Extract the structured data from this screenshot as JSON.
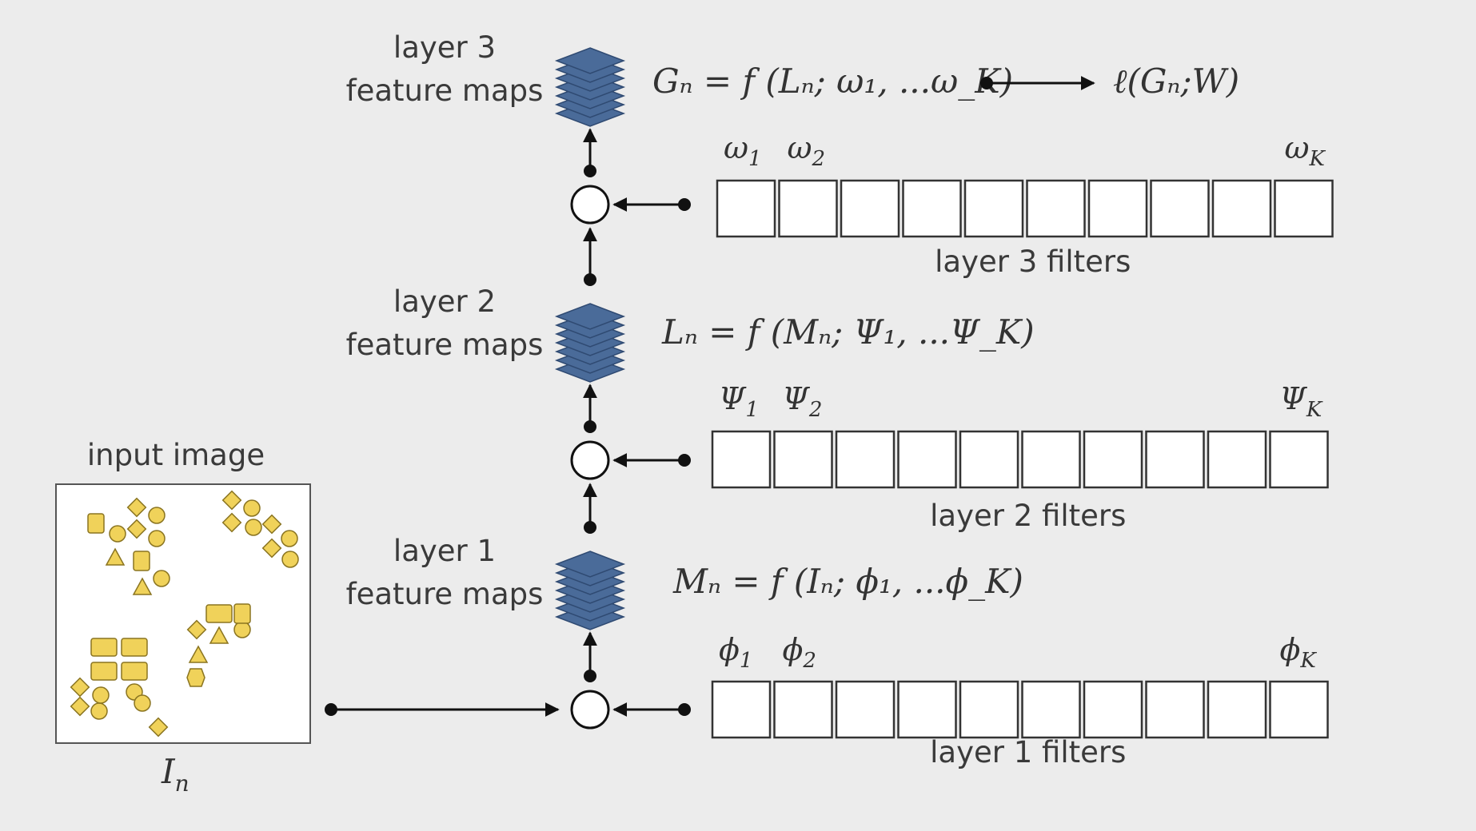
{
  "input": {
    "title": "input image",
    "symbol": "I",
    "symbol_sub": "n"
  },
  "layers": [
    {
      "id": "layer1",
      "fm_line1": "layer 1",
      "fm_line2": "feature maps",
      "equation": "Mₙ = f (Iₙ; ϕ₁, ...ϕ_K)",
      "filter_first": "ϕ",
      "filter_first_sub": "1",
      "filter_second": "ϕ",
      "filter_second_sub": "2",
      "filter_last": "ϕ",
      "filter_last_sub": "K",
      "filters_label": "layer 1 filters",
      "filter_count": 10
    },
    {
      "id": "layer2",
      "fm_line1": "layer 2",
      "fm_line2": "feature maps",
      "equation": "Lₙ = f (Mₙ; Ψ₁, ...Ψ_K)",
      "filter_first": "Ψ",
      "filter_first_sub": "1",
      "filter_second": "Ψ",
      "filter_second_sub": "2",
      "filter_last": "Ψ",
      "filter_last_sub": "K",
      "filters_label": "layer 2 filters",
      "filter_count": 10
    },
    {
      "id": "layer3",
      "fm_line1": "layer 3",
      "fm_line2": "feature maps",
      "equation": "Gₙ = f (Lₙ; ω₁, ...ω_K)",
      "filter_first": "ω",
      "filter_first_sub": "1",
      "filter_second": "ω",
      "filter_second_sub": "2",
      "filter_last": "ω",
      "filter_last_sub": "K",
      "filters_label": "layer 3 filters",
      "filter_count": 10
    }
  ],
  "loss": "ℓ(Gₙ;W)",
  "colors": {
    "background": "#ececec",
    "stack": "#4a6b99",
    "stack_edge": "#2f4a72",
    "shape_fill": "#f0d25a",
    "shape_edge": "#8a7420",
    "line": "#111111"
  }
}
